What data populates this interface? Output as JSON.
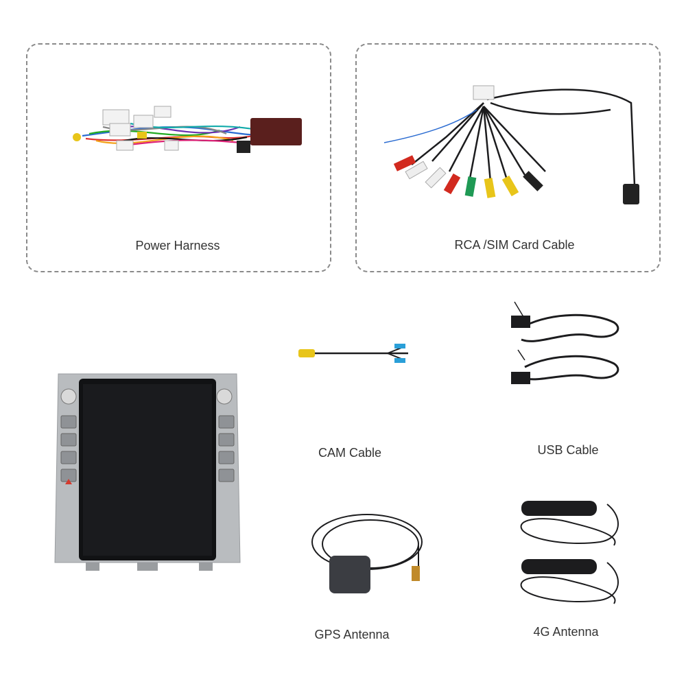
{
  "accessories": {
    "power_harness": "Power Harness",
    "rca_sim_cable": "RCA /SIM Card Cable",
    "cam_cable": "CAM Cable",
    "usb_cable": "USB Cable",
    "gps_antenna": "GPS Antenna",
    "antenna_4g": "4G Antenna"
  },
  "colors": {
    "dash_border": "#8a8a8a",
    "unit_silver": "#b9bcbf",
    "screen": "#111214",
    "hazard_red": "#d43a2e",
    "rca_red": "#d22a1f",
    "rca_white": "#eeeeee",
    "rca_yellow": "#e8c51a",
    "rca_green": "#1f9a55",
    "cable": "#1c1c1e"
  },
  "icons": [
    "hazard-icon",
    "volume-knob-icon"
  ]
}
